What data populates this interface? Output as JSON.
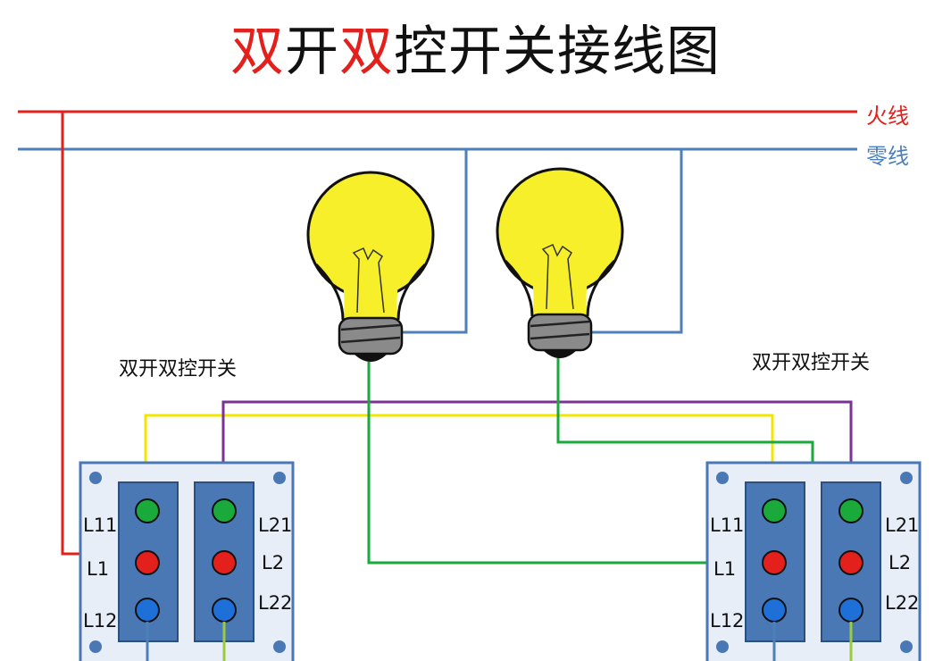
{
  "title": {
    "part1": "双",
    "part2": "开",
    "part3": "双",
    "part4": "控开关接线图"
  },
  "wires": {
    "live_label": "火线",
    "neutral_label": "零线"
  },
  "switches": [
    {
      "caption": "双开双控开关",
      "terminals": [
        "L11",
        "L1",
        "L12",
        "L21",
        "L2",
        "L22"
      ]
    },
    {
      "caption": "双开双控开关",
      "terminals": [
        "L11",
        "L1",
        "L12",
        "L21",
        "L2",
        "L22"
      ]
    }
  ],
  "colors": {
    "live": "#e3201b",
    "neutral": "#4d7fb8",
    "yellow": "#f2e600",
    "purple": "#7b3294",
    "green": "#1aaa3c",
    "lightgreen": "#9ccc3c",
    "plate": "#4a78b5",
    "bulb": "#f6ef2a"
  }
}
